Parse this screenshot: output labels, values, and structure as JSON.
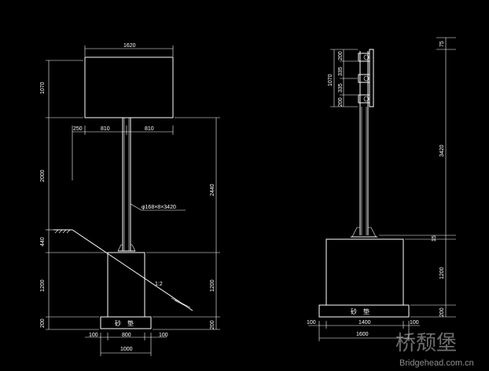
{
  "left_view": {
    "board_width": "1620",
    "board_height": "1070",
    "left_overhang": "250",
    "half_left": "810",
    "half_right": "810",
    "column_height": "2000",
    "total_height": "2440",
    "column_spec": "φ168×8×3420",
    "embed_depth": "440",
    "slope_ratio": "1:2",
    "base_height_left": "1200",
    "base_height_right": "1200",
    "footing_height_left": "200",
    "footing_height_right": "200",
    "footing_label": "砂　垫",
    "offset_left": "100",
    "base_width": "800",
    "offset_right": "100",
    "footing_width": "1000"
  },
  "right_view": {
    "top_dim": "75",
    "dim_1": "200",
    "dim_2": "335",
    "dim_3": "335",
    "dim_4": "200",
    "board_height": "1070",
    "column_height": "3420",
    "gap": "15",
    "base_height": "1200",
    "footing_height": "200",
    "footing_label": "砂　垫",
    "offset_left": "100",
    "base_width": "1400",
    "offset_right": "100",
    "footing_width": "1600"
  },
  "watermark": {
    "logo_text": "桥颓堡",
    "url": "Bridgehead.com.cn"
  }
}
